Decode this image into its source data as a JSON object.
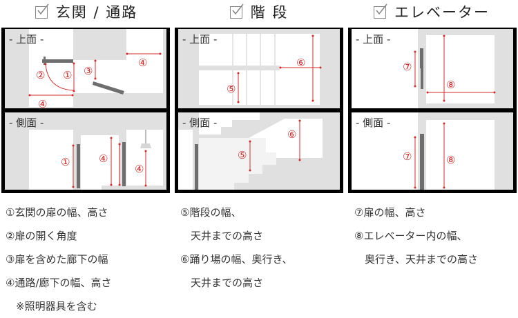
{
  "columns": [
    {
      "title": "玄関 / 通路",
      "icon": "checkbox-checked-icon"
    },
    {
      "title": "階 段",
      "icon": "checkbox-checked-icon"
    },
    {
      "title": "エレベーター",
      "icon": "checkbox-checked-icon"
    }
  ],
  "views": {
    "top": "- 上面 -",
    "side": "- 側面 -"
  },
  "markers": {
    "m1": "①",
    "m2": "②",
    "m3": "③",
    "m4": "④",
    "m5": "⑤",
    "m6": "⑥",
    "m7": "⑦",
    "m8": "⑧"
  },
  "colors": {
    "accent_red": "#d42a2a",
    "door_gray": "#6e6e6e",
    "wall_gray": "#e0e0e0",
    "border": "#000000"
  },
  "legend": {
    "entrance": [
      "①玄関の扉の幅、高さ",
      "②扉の開く角度",
      "③扉を含めた廊下の幅",
      "④通路/廊下の幅、高さ",
      "　※照明器具を含む"
    ],
    "stairs": [
      "⑤階段の幅、",
      "　天井までの高さ",
      "⑥踊り場の幅、奥行き、",
      "　天井までの高さ"
    ],
    "elevator": [
      "⑦扉の幅、高さ",
      "⑧エレベーター内の幅、",
      "　奥行き、天井までの高さ"
    ]
  }
}
